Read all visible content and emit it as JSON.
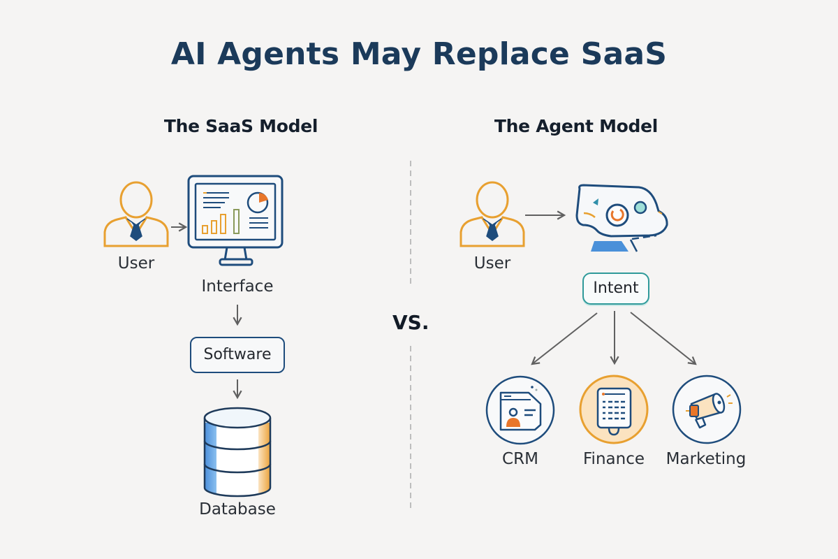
{
  "title": "AI Agents May Replace SaaS",
  "separator_label": "VS.",
  "saas_model": {
    "heading": "The SaaS Model",
    "nodes": {
      "user": "User",
      "interface": "Interface",
      "software": "Software",
      "database": "Database"
    },
    "icons": [
      "user-icon",
      "monitor-dashboard-icon",
      "database-icon"
    ]
  },
  "agent_model": {
    "heading": "The Agent Model",
    "nodes": {
      "user": "User",
      "intent": "Intent"
    },
    "services": [
      {
        "label": "CRM",
        "icon": "crm-contact-card-icon"
      },
      {
        "label": "Finance",
        "icon": "finance-document-icon"
      },
      {
        "label": "Marketing",
        "icon": "megaphone-icon"
      }
    ],
    "icons": [
      "user-icon",
      "ai-agent-robot-icon"
    ]
  },
  "colors": {
    "background": "#f5f4f3",
    "title": "#1b3a5a",
    "navy": "#1e4c7c",
    "orange": "#e8a030",
    "accent_orange": "#e8762a",
    "teal": "#2f9a9a",
    "blue": "#4a90d9",
    "arrow": "#606060"
  }
}
